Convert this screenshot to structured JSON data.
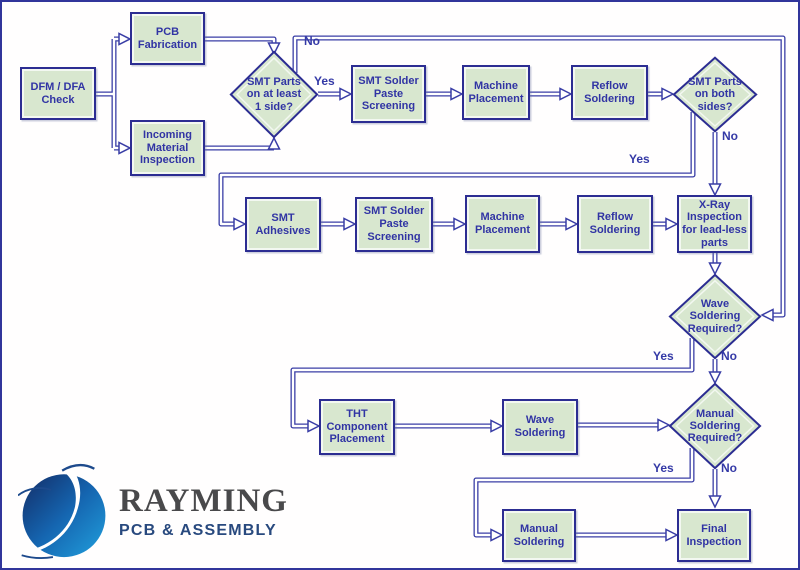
{
  "flowchart": {
    "nodes": [
      {
        "id": "dfm-dfa-check",
        "type": "process",
        "label": "DFM / DFA\nCheck"
      },
      {
        "id": "pcb-fabrication",
        "type": "process",
        "label": "PCB\nFabrication"
      },
      {
        "id": "incoming-material-inspection",
        "type": "process",
        "label": "Incoming\nMaterial\nInspection"
      },
      {
        "id": "smt-parts-1-side",
        "type": "decision",
        "label": "SMT Parts\non at least\n1 side?"
      },
      {
        "id": "smt-solder-paste-screening-1",
        "type": "process",
        "label": "SMT Solder\nPaste\nScreening"
      },
      {
        "id": "machine-placement-1",
        "type": "process",
        "label": "Machine\nPlacement"
      },
      {
        "id": "reflow-soldering-1",
        "type": "process",
        "label": "Reflow\nSoldering"
      },
      {
        "id": "smt-parts-both-sides",
        "type": "decision",
        "label": "SMT Parts\non both\nsides?"
      },
      {
        "id": "smt-adhesives",
        "type": "process",
        "label": "SMT\nAdhesives"
      },
      {
        "id": "smt-solder-paste-screening-2",
        "type": "process",
        "label": "SMT Solder\nPaste\nScreening"
      },
      {
        "id": "machine-placement-2",
        "type": "process",
        "label": "Machine\nPlacement"
      },
      {
        "id": "reflow-soldering-2",
        "type": "process",
        "label": "Reflow\nSoldering"
      },
      {
        "id": "xray-inspection",
        "type": "process",
        "label": "X-Ray\nInspection\nfor lead-less\nparts"
      },
      {
        "id": "wave-soldering-required",
        "type": "decision",
        "label": "Wave\nSoldering\nRequired?"
      },
      {
        "id": "tht-component-placement",
        "type": "process",
        "label": "THT\nComponent\nPlacement"
      },
      {
        "id": "wave-soldering",
        "type": "process",
        "label": "Wave\nSoldering"
      },
      {
        "id": "manual-soldering-required",
        "type": "decision",
        "label": "Manual\nSoldering\nRequired?"
      },
      {
        "id": "manual-soldering",
        "type": "process",
        "label": "Manual\nSoldering"
      },
      {
        "id": "final-inspection",
        "type": "process",
        "label": "Final\nInspection"
      }
    ],
    "edge_labels": [
      {
        "edge": "smt-parts-1-side-no",
        "text": "No"
      },
      {
        "edge": "smt-parts-1-side-yes",
        "text": "Yes"
      },
      {
        "edge": "smt-parts-both-sides-no",
        "text": "No"
      },
      {
        "edge": "smt-parts-both-sides-yes",
        "text": "Yes"
      },
      {
        "edge": "wave-soldering-required-yes",
        "text": "Yes"
      },
      {
        "edge": "wave-soldering-required-no",
        "text": "No"
      },
      {
        "edge": "manual-soldering-required-yes",
        "text": "Yes"
      },
      {
        "edge": "manual-soldering-required-no",
        "text": "No"
      }
    ]
  },
  "logo": {
    "brand": "RAYMING",
    "tagline": "PCB & ASSEMBLY"
  },
  "colors": {
    "node_fill": "#d8e7cf",
    "node_border": "#2c2d92",
    "node_text": "#3134a4",
    "connector_line": "#3a3ea6",
    "canvas_border": "#31359b",
    "background": "#ffffff",
    "logo_brand": "#49494b",
    "logo_tagline": "#28497e",
    "logo_globe_dark": "#132c66",
    "logo_globe_light": "#21a0dd"
  }
}
